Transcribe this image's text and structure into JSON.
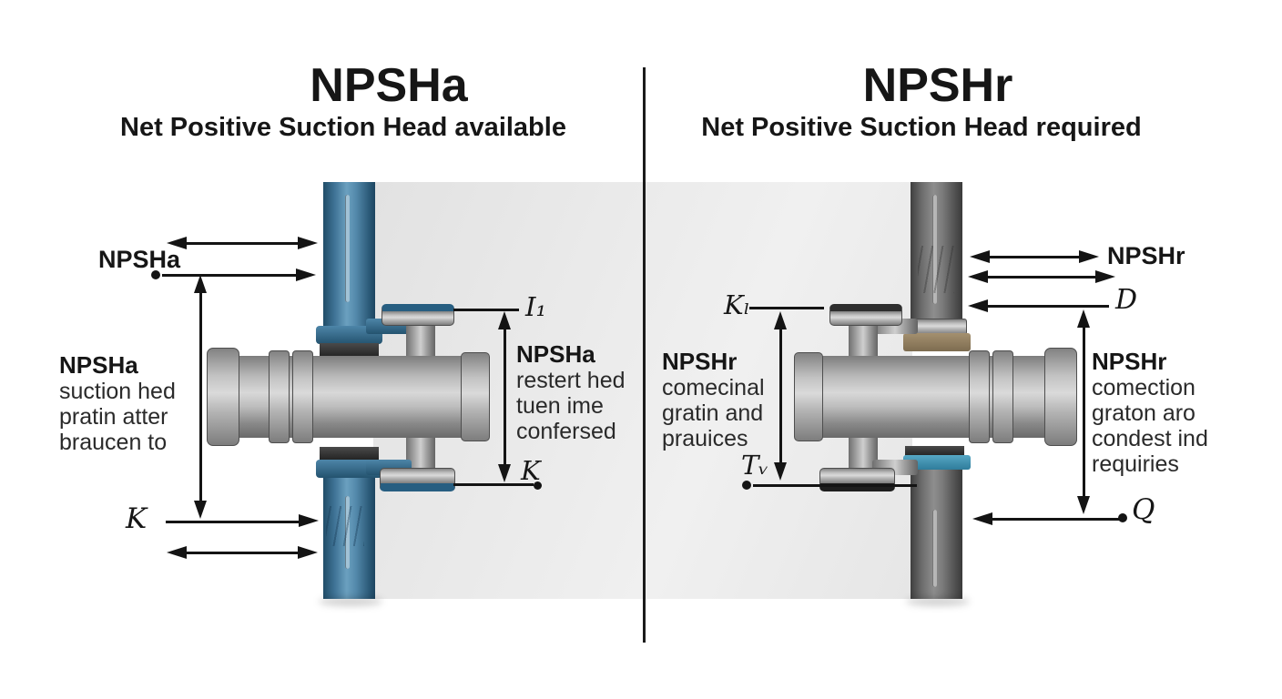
{
  "titles": {
    "left": {
      "main": "NPSHa",
      "sub": "Net Positive Suction Head available"
    },
    "right": {
      "main": "NPSHr",
      "sub": "Net Positive Suction Head required"
    }
  },
  "left": {
    "head_label": "NPSHa",
    "outer_text": {
      "heading": "NPSHa",
      "lines": [
        "suction hed",
        "pratin atter",
        "braucen to"
      ]
    },
    "inner_text": {
      "heading": "NPSHa",
      "lines": [
        "restert hed",
        "tuen ime",
        "confersed"
      ]
    },
    "labels": {
      "i1": "I₁",
      "k_mid": "K",
      "k_bottom": "K"
    }
  },
  "right": {
    "head_label": "NPSHr",
    "inner_text": {
      "heading": "NPSHr",
      "lines": [
        "comecinal",
        "gratin and",
        "prauices"
      ]
    },
    "outer_text": {
      "heading": "NPSHr",
      "lines": [
        "comection",
        "graton aro",
        "condest ind",
        "requiries"
      ]
    },
    "labels": {
      "k1": "Kₗ",
      "tv": "Tᵥ",
      "d": "D",
      "q": "Q"
    }
  },
  "colors": {
    "pipe_blue": "#4a80a4",
    "pipe_gray": "#707070",
    "panel_gray": "#e8e8e8",
    "line_black": "#141414",
    "teal_band": "#3c8fae",
    "tan_gasket": "#8d7b63"
  }
}
